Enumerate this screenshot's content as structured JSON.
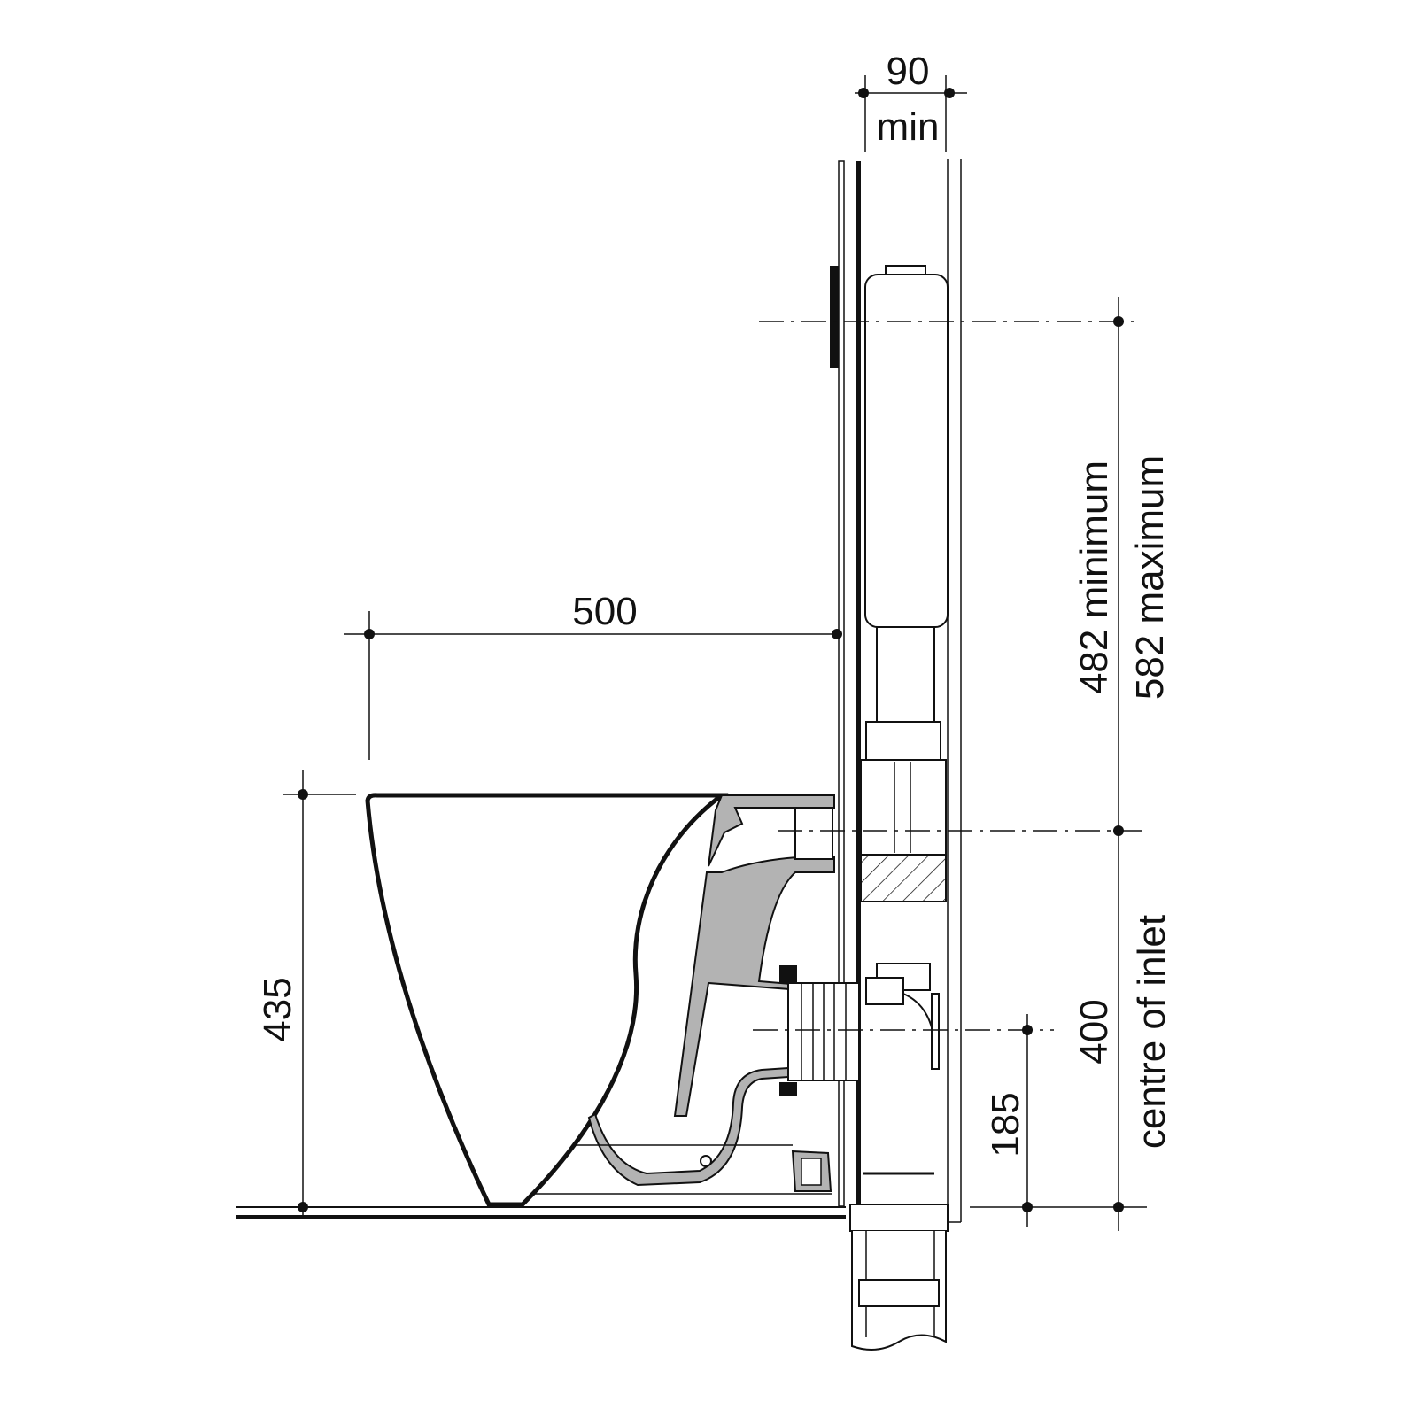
{
  "dimensions": {
    "wall_cavity": {
      "value": "90",
      "note": "min"
    },
    "projection": "500",
    "seat_height": "435",
    "button_height_min": "482 minimum",
    "button_height_max": "582 maximum",
    "inlet_height": "400",
    "inlet_label": "centre of inlet",
    "outlet_height": "185"
  },
  "colors": {
    "line": "#111111",
    "section_fill": "#b3b3b3",
    "background": "#ffffff"
  }
}
